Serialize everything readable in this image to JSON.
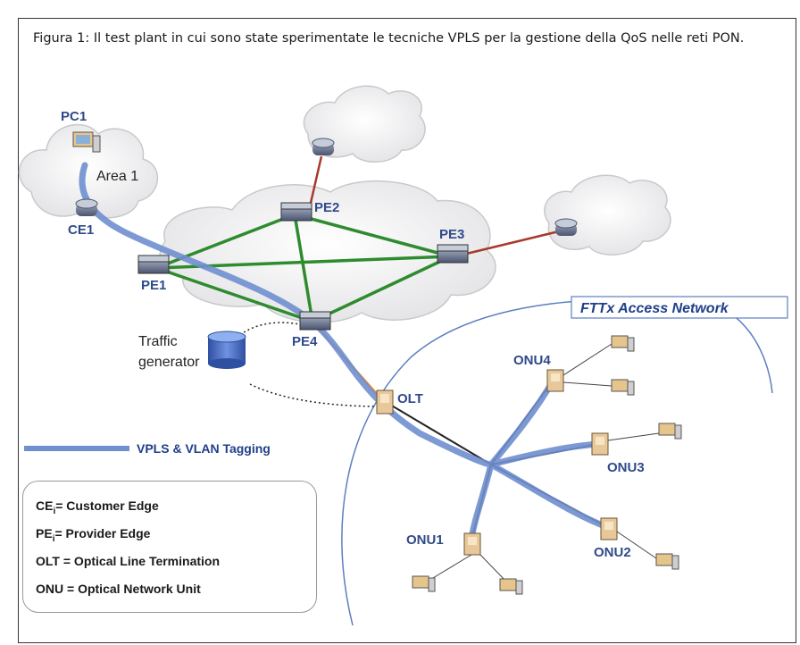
{
  "caption": "Figura 1: Il test plant in cui sono state sperimentate le tecniche VPLS per la gestione della QoS nelle reti PON.",
  "nodes": {
    "pc1": "PC1",
    "area1": "Area 1",
    "ce1": "CE1",
    "pe1": "PE1",
    "pe2": "PE2",
    "pe3": "PE3",
    "pe4": "PE4",
    "olt": "OLT",
    "onu1": "ONU1",
    "onu2": "ONU2",
    "onu3": "ONU3",
    "onu4": "ONU4",
    "traffic_generator_line1": "Traffic",
    "traffic_generator_line2": "generator"
  },
  "fttx_label": "FTTx Access Network",
  "vpls_legend": "VPLS & VLAN Tagging",
  "key": [
    {
      "abbr": "CE",
      "sub": "i",
      "text": "= Customer Edge"
    },
    {
      "abbr": "PE",
      "sub": "i",
      "text": "= Provider Edge"
    },
    {
      "abbr": "OLT",
      "sub": "",
      "text": " = Optical Line Termination"
    },
    {
      "abbr": "ONU",
      "sub": "",
      "text": " = Optical Network Unit"
    }
  ],
  "colors": {
    "vpls_path": "#6f8fcf",
    "core_links": "#2e8b2e",
    "external_links": "#a83a2a",
    "pe4_olt_link": "#e8832a",
    "fiber": "#222222",
    "fttx_boundary": "#5b7fc0"
  }
}
